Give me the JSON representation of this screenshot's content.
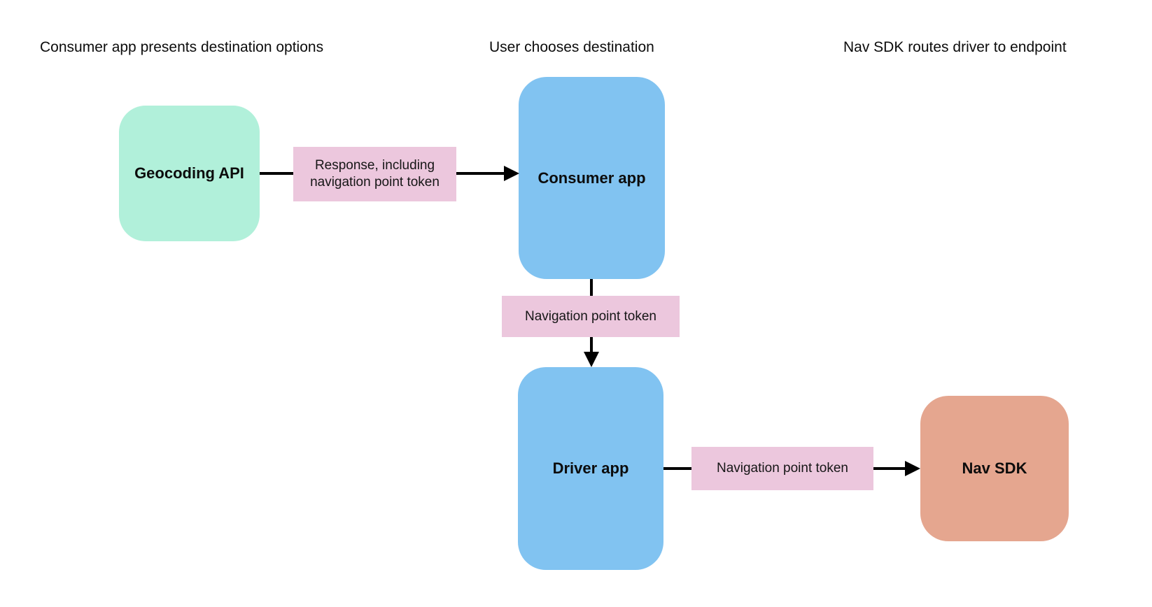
{
  "diagram": {
    "stage_labels": [
      "Consumer app presents destination options",
      "User chooses destination",
      "Nav SDK routes driver to endpoint"
    ],
    "nodes": [
      {
        "id": "geocoding-api",
        "label": "Geocoding API",
        "color": "#b1f0da"
      },
      {
        "id": "consumer-app",
        "label": "Consumer app",
        "color": "#81c3f1"
      },
      {
        "id": "driver-app",
        "label": "Driver app",
        "color": "#81c3f1"
      },
      {
        "id": "nav-sdk",
        "label": "Nav SDK",
        "color": "#e5a68f"
      }
    ],
    "edge_labels": [
      {
        "id": "response-including-token",
        "label": "Response, including navigation point token",
        "color": "#ecc7dd"
      },
      {
        "id": "navigation-point-token-1",
        "label": "Navigation point token",
        "color": "#ecc7dd"
      },
      {
        "id": "navigation-point-token-2",
        "label": "Navigation point token",
        "color": "#ecc7dd"
      }
    ],
    "colors": {
      "background": "#ffffff",
      "arrow": "#000000",
      "text": "#0c0c0c"
    }
  }
}
